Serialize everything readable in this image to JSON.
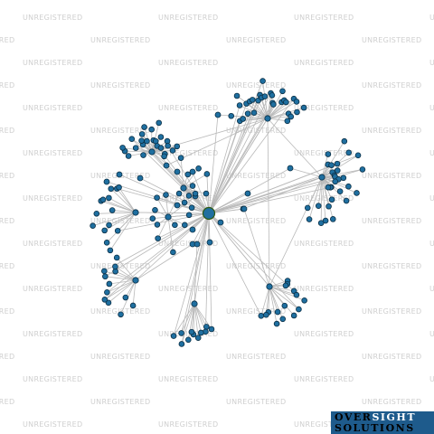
{
  "watermark": {
    "text": "UNREGISTERED"
  },
  "logo": {
    "word1_dark": "OVER",
    "word1_light": "SIGHT",
    "word2": "SOLUTIONS"
  },
  "colors": {
    "background": "#ffffff",
    "node": "#1f6fa0",
    "node_stroke": "#0b2f45",
    "center_node": "#9acd32",
    "edge": "#b9b9b9",
    "watermark": "#cfcfcf",
    "logo_bg": "#1e5b8c"
  },
  "graph": {
    "type": "network",
    "center_node": "focus-entity",
    "hub_count": 9,
    "node_count_approx": 170
  }
}
